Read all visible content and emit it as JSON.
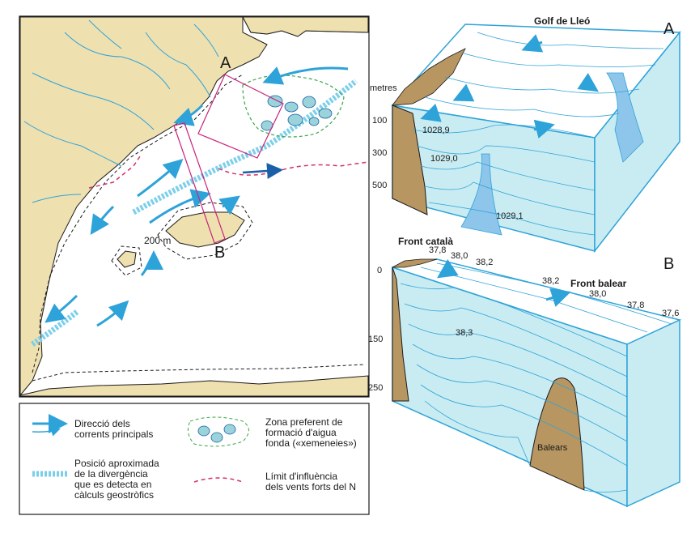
{
  "colors": {
    "land": "#efe0b0",
    "sea": "#ffffff",
    "water_box": "#c9ecf2",
    "water_top": "#ffffff",
    "current": "#2ea3d9",
    "divergence": "#7ccfea",
    "wind_limit": "#d2346a",
    "chimney_zone": "#3aa648",
    "chimney_blob": "#9ad3d9",
    "section_box": "#c8247a",
    "seabed": "#b89662"
  },
  "map": {
    "label_A": "A",
    "label_B": "B",
    "isobath_label": "200 m"
  },
  "block_a": {
    "letter": "A",
    "title": "Golf de Lleó",
    "depth_unit": "metres",
    "depth_ticks": [
      "100",
      "300",
      "500"
    ],
    "isolines": [
      "1028,9",
      "1029,0",
      "1029,1"
    ]
  },
  "block_b": {
    "letter": "B",
    "front_catala": "Front català",
    "front_balear": "Front balear",
    "depth_ticks": [
      "0",
      "150",
      "250"
    ],
    "top_values": [
      "37,8",
      "38,0",
      "38,2"
    ],
    "right_values": [
      "38,2",
      "38,0",
      "37,8",
      "37,6"
    ],
    "inner_value": "38,3",
    "island_label": "Balears"
  },
  "legend": {
    "currents": "Direcció dels\ncorrents principals",
    "divergence": "Posició aproximada\nde la divergència\nque es detecta en\ncàlculs geostròfics",
    "chimneys": "Zona preferent de\nformació d'aigua\nfonda («xemeneies»)",
    "wind_limit": "Límit d'influència\ndels vents forts del N"
  }
}
